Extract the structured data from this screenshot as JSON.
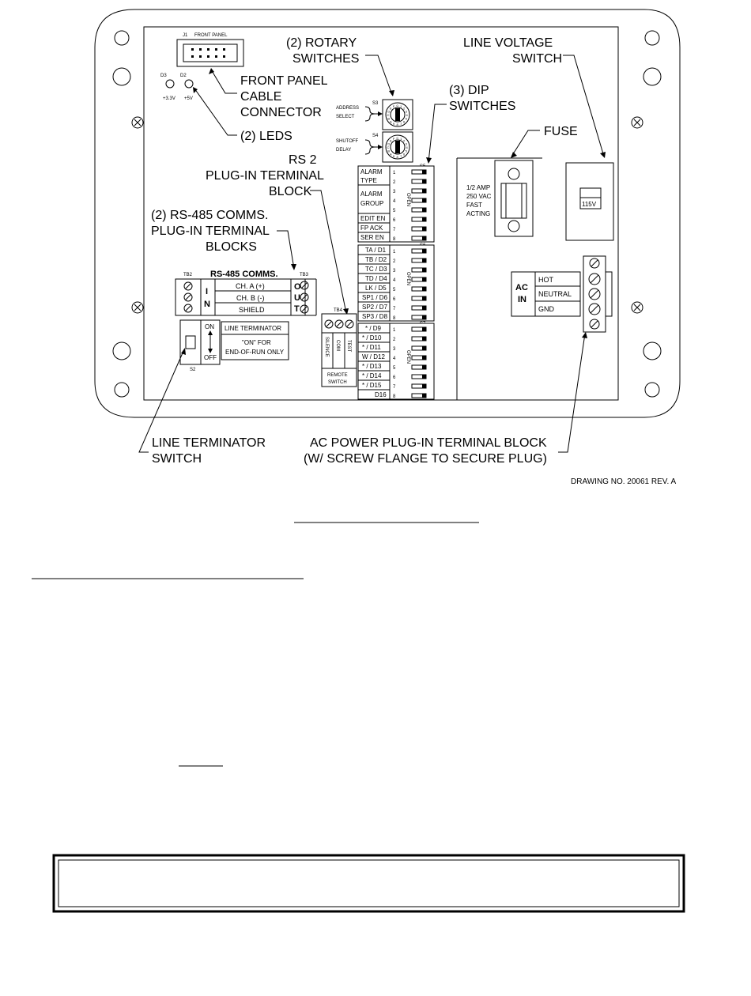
{
  "callouts": {
    "front_panel_cable_connector": [
      "FRONT PANEL",
      "CABLE",
      "CONNECTOR"
    ],
    "leds": "(2) LEDS",
    "rotary_switches": [
      "(2) ROTARY",
      "SWITCHES"
    ],
    "dip_switches": [
      "(3) DIP",
      "SWITCHES"
    ],
    "line_voltage_switch": [
      "LINE VOLTAGE",
      "SWITCH"
    ],
    "fuse": "FUSE",
    "rs2_block": [
      "RS 2",
      "PLUG-IN TERMINAL",
      "BLOCK"
    ],
    "rs485_blocks": [
      "(2) RS-485 COMMS.",
      "PLUG-IN TERMINAL",
      "BLOCKS"
    ],
    "line_terminator_switch": [
      "LINE TERMINATOR",
      "SWITCH"
    ],
    "ac_power_block": [
      "AC POWER PLUG-IN TERMINAL BLOCK",
      "(W/ SCREW FLANGE TO SECURE PLUG)"
    ]
  },
  "drawing_number": "DRAWING NO. 20061 REV. A",
  "board": {
    "j1_ref": "J1",
    "j1_label": "FRONT PANEL",
    "led_d3_ref": "D3",
    "led_d2_ref": "D2",
    "led_d3_label": "+3.3V",
    "led_d2_label": "+5V",
    "s3_ref": "S3",
    "s3_label": [
      "ADDRESS",
      "SELECT"
    ],
    "s4_ref": "S4",
    "s4_label": [
      "SHUTOFF",
      "DELAY"
    ],
    "rotary_digits": "0123456789ABCDEF",
    "s5_ref": "S5",
    "s6_ref": "S6",
    "s7_ref": "S7",
    "dip_open": "OPEN",
    "dip_nums": [
      "1",
      "2",
      "3",
      "4",
      "5",
      "6",
      "7",
      "8"
    ],
    "s5_labels": [
      "ALARM",
      "TYPE",
      "ALARM",
      "GROUP",
      "EDIT EN",
      "FP ACK",
      "SER EN"
    ],
    "s6_labels": [
      "TA / D1",
      "TB / D2",
      "TC / D3",
      "TD / D4",
      "LK / D5",
      "SP1 / D6",
      "SP2 / D7",
      "SP3 / D8"
    ],
    "s7_labels": [
      "* / D9",
      "* / D10",
      "* / D11",
      "W / D12",
      "* / D13",
      "* / D14",
      "* / D15",
      "D16"
    ],
    "tb2_ref": "TB2",
    "tb3_ref": "TB3",
    "tb4_ref": "TB4",
    "rs485_title": "RS-485 COMMS.",
    "rs485_in": [
      "I",
      "N"
    ],
    "rs485_out": [
      "O",
      "U",
      "T"
    ],
    "rs485_rows": [
      "CH. A (+)",
      "CH. B (-)",
      "SHIELD"
    ],
    "tb4_cols": [
      "SILENCE",
      "COM",
      "TEST"
    ],
    "tb4_footer": [
      "REMOTE",
      "SWITCH"
    ],
    "s2_ref": "S2",
    "s2_on": "ON",
    "s2_off": "OFF",
    "line_terminator_title": "LINE TERMINATOR",
    "line_terminator_note": [
      "\"ON\" FOR",
      "END-OF-RUN ONLY"
    ],
    "fuse_rating": [
      "1/2 AMP",
      "250 VAC",
      "FAST",
      "ACTING"
    ],
    "voltage_value": "115V",
    "ac_in": [
      "AC",
      "IN"
    ],
    "ac_rows": [
      "HOT",
      "NEUTRAL",
      "GND"
    ]
  }
}
